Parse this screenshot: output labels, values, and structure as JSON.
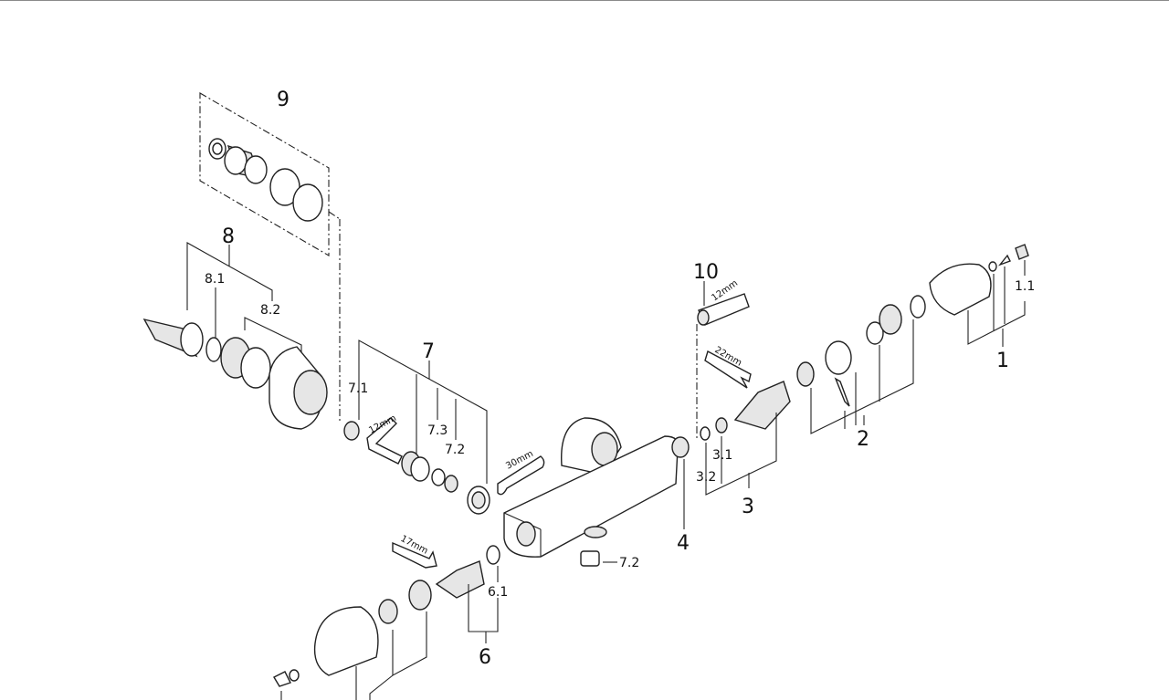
{
  "diagram": {
    "callouts": {
      "c9": "9",
      "c8": "8",
      "c8_1": "8.1",
      "c8_2": "8.2",
      "c7": "7",
      "c7_1": "7.1",
      "c7_3": "7.3",
      "c7_2": "7.2",
      "c7_2b": "7.2",
      "c6": "6",
      "c6_1": "6.1",
      "c4": "4",
      "c10": "10",
      "c3": "3",
      "c3_1": "3.1",
      "c3_2": "3.2",
      "c2": "2",
      "c1": "1",
      "c1_1": "1.1"
    },
    "tools": {
      "hex_key_left": "12mm",
      "wrench_30": "30mm",
      "wrench_17": "17mm",
      "hex_key_right": "12mm",
      "wrench_22": "22mm"
    }
  }
}
